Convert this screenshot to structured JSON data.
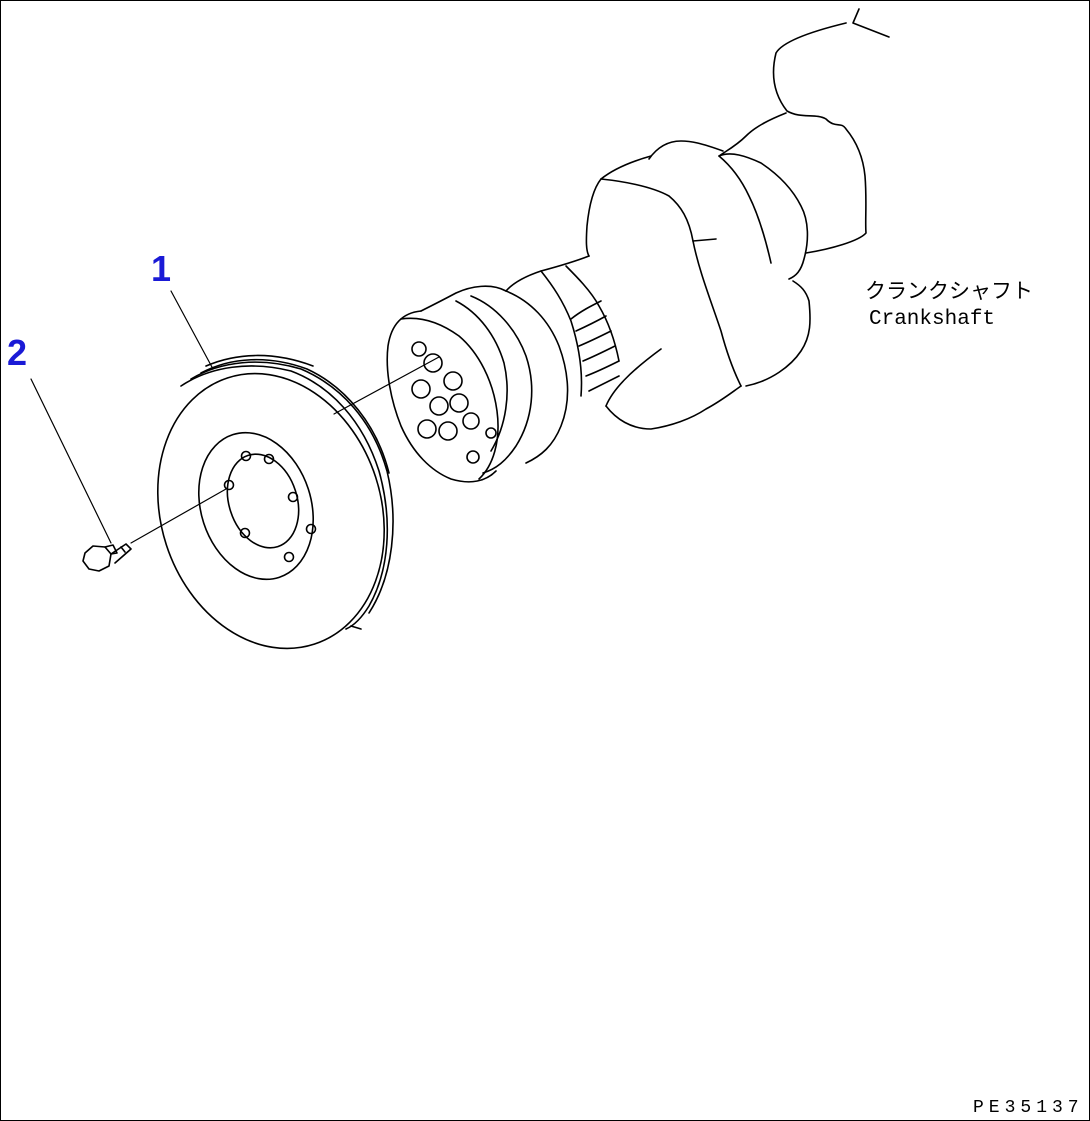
{
  "callouts": [
    {
      "id": "1",
      "label": "1"
    },
    {
      "id": "2",
      "label": "2"
    }
  ],
  "part_label": {
    "japanese": "クランクシャフト",
    "english": "Crankshaft"
  },
  "drawing_number": "PE35137",
  "colors": {
    "callout": "#1a1ad6",
    "line": "#000000",
    "background": "#ffffff"
  }
}
